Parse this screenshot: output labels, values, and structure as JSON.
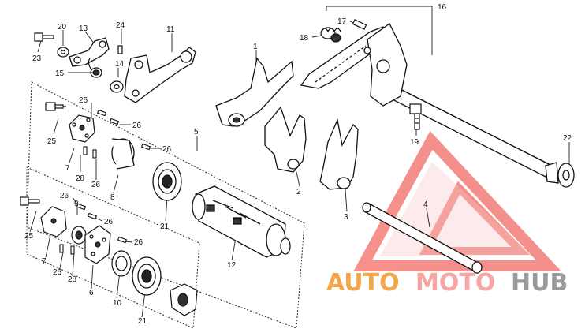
{
  "diagram": {
    "callouts": [
      {
        "id": "c16a",
        "text": "16"
      },
      {
        "id": "c17",
        "text": "17"
      },
      {
        "id": "c18",
        "text": "18"
      },
      {
        "id": "c20",
        "text": "20"
      },
      {
        "id": "c13",
        "text": "13"
      },
      {
        "id": "c24",
        "text": "24"
      },
      {
        "id": "c11",
        "text": "11"
      },
      {
        "id": "c23",
        "text": "23"
      },
      {
        "id": "c14",
        "text": "14"
      },
      {
        "id": "c15",
        "text": "15"
      },
      {
        "id": "c1",
        "text": "1"
      },
      {
        "id": "c19",
        "text": "19"
      },
      {
        "id": "c22",
        "text": "22"
      },
      {
        "id": "c5",
        "text": "5"
      },
      {
        "id": "c26a",
        "text": "26"
      },
      {
        "id": "c26b",
        "text": "26"
      },
      {
        "id": "c26c",
        "text": "26"
      },
      {
        "id": "c25a",
        "text": "25"
      },
      {
        "id": "c7a",
        "text": "7"
      },
      {
        "id": "c28a",
        "text": "28"
      },
      {
        "id": "c26d",
        "text": "26"
      },
      {
        "id": "c8",
        "text": "8"
      },
      {
        "id": "c21a",
        "text": "21"
      },
      {
        "id": "c2",
        "text": "2"
      },
      {
        "id": "c3",
        "text": "3"
      },
      {
        "id": "c4",
        "text": "4"
      },
      {
        "id": "c26e",
        "text": "26"
      },
      {
        "id": "c9",
        "text": "9"
      },
      {
        "id": "c26f",
        "text": "26"
      },
      {
        "id": "c25b",
        "text": "25"
      },
      {
        "id": "c7b",
        "text": "7"
      },
      {
        "id": "c26g",
        "text": "26"
      },
      {
        "id": "c12",
        "text": "12"
      },
      {
        "id": "c26h",
        "text": "26"
      },
      {
        "id": "c28b",
        "text": "28"
      },
      {
        "id": "c6",
        "text": "6"
      },
      {
        "id": "c10",
        "text": "10"
      },
      {
        "id": "c21b",
        "text": "21"
      }
    ]
  },
  "watermark": {
    "part1": "AUTO",
    "part2": "MOTO",
    "part3": "HUB",
    "colors": {
      "part1": "#f3a64a",
      "part2": "#f7a6a4",
      "part3": "#9a9a9a",
      "triangle": "#f37d77"
    }
  }
}
